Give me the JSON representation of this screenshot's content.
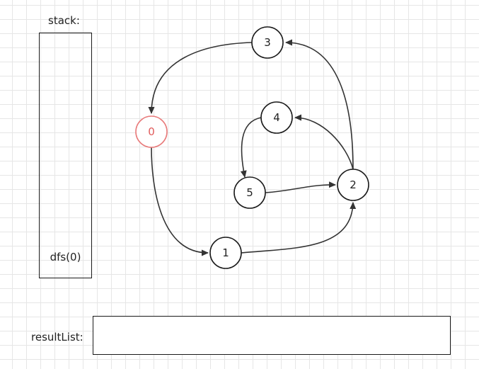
{
  "stack": {
    "label": "stack:",
    "entries": [
      "dfs(0)"
    ]
  },
  "result": {
    "label": "resultList:",
    "value": ""
  },
  "graph": {
    "nodes": [
      {
        "id": "0",
        "label": "0",
        "state": "visiting"
      },
      {
        "id": "1",
        "label": "1",
        "state": "default"
      },
      {
        "id": "2",
        "label": "2",
        "state": "default"
      },
      {
        "id": "3",
        "label": "3",
        "state": "default"
      },
      {
        "id": "4",
        "label": "4",
        "state": "default"
      },
      {
        "id": "5",
        "label": "5",
        "state": "default"
      }
    ],
    "edges": [
      {
        "from": "0",
        "to": "1"
      },
      {
        "from": "1",
        "to": "2"
      },
      {
        "from": "2",
        "to": "3"
      },
      {
        "from": "2",
        "to": "4"
      },
      {
        "from": "3",
        "to": "0"
      },
      {
        "from": "4",
        "to": "5"
      },
      {
        "from": "5",
        "to": "2"
      }
    ]
  },
  "colors": {
    "node_border": "#1a1a1a",
    "visiting_border": "#e87a7a",
    "visiting_text": "#e05a5a",
    "edge": "#333333"
  }
}
